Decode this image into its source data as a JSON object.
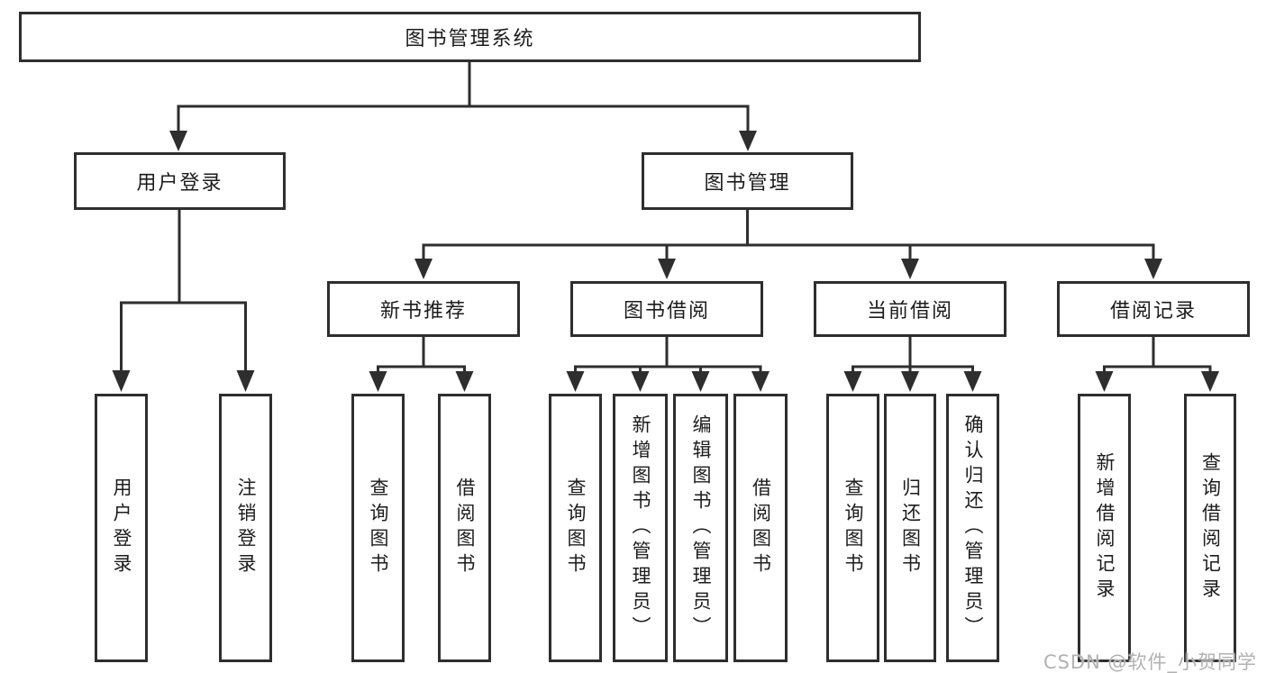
{
  "diagram": {
    "title": "图书管理系统",
    "root": {
      "label": "图书管理系统"
    },
    "branches": [
      {
        "label": "用户登录",
        "children": [
          {
            "label": "用户登录"
          },
          {
            "label": "注销登录"
          }
        ]
      },
      {
        "label": "图书管理",
        "sections": [
          {
            "label": "新书推荐",
            "children": [
              {
                "label": "查询图书"
              },
              {
                "label": "借阅图书"
              }
            ]
          },
          {
            "label": "图书借阅",
            "children": [
              {
                "label": "查询图书"
              },
              {
                "label": "新增图书（管理员）"
              },
              {
                "label": "编辑图书（管理员）"
              },
              {
                "label": "借阅图书"
              }
            ]
          },
          {
            "label": "当前借阅",
            "children": [
              {
                "label": "查询图书"
              },
              {
                "label": "归还图书"
              },
              {
                "label": "确认归还（管理员）"
              }
            ]
          },
          {
            "label": "借阅记录",
            "children": [
              {
                "label": "新增借阅记录"
              },
              {
                "label": "查询借阅记录"
              }
            ]
          }
        ]
      }
    ]
  },
  "watermark": {
    "text": "CSDN @软件_小贺同学",
    "color": "#b2b2b2"
  },
  "colors": {
    "line": "#2e2e2e",
    "text": "#1c1c1c",
    "background": "#ffffff"
  }
}
